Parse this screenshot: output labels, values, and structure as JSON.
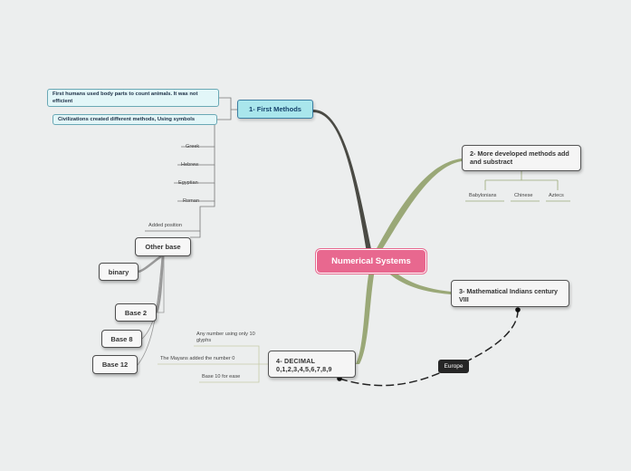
{
  "central": {
    "label": "Numerical Systems",
    "color": "#e8688f"
  },
  "topics": {
    "first_methods": {
      "label": "1- First Methods"
    },
    "more_developed": {
      "label": "2- More developed methods add and substract"
    },
    "indians": {
      "label": "3- Mathematical Indians century VIII"
    },
    "decimal": {
      "label": "4- DECIMAL 0,1,2,3,4,5,6,7,8,9"
    }
  },
  "first_methods_notes": [
    "First humans used body parts to count animals. It was not efficient",
    "Civilizations created different methods, Using symbols"
  ],
  "civilizations": [
    "Greek",
    "Hebrew",
    "Egyptian",
    "Roman",
    "Added position"
  ],
  "developed_children": [
    "Babylonians",
    "Chinese",
    "Aztecs"
  ],
  "other_base": {
    "label": "Other base",
    "children": [
      "binary",
      "Base 2",
      "Base 8",
      "Base 12"
    ]
  },
  "decimal_children": [
    "Any number using only 10 glyphs",
    "The Mayans added the number 0",
    "Base 10 for ease"
  ],
  "relationship": {
    "label": "Europe"
  },
  "colors": {
    "background": "#eceeee",
    "branch_dark": "#4a4a44",
    "branch_green": "#9aa877",
    "first_methods_fill": "#a9e6ec",
    "note_fill": "#e2f6f8"
  }
}
